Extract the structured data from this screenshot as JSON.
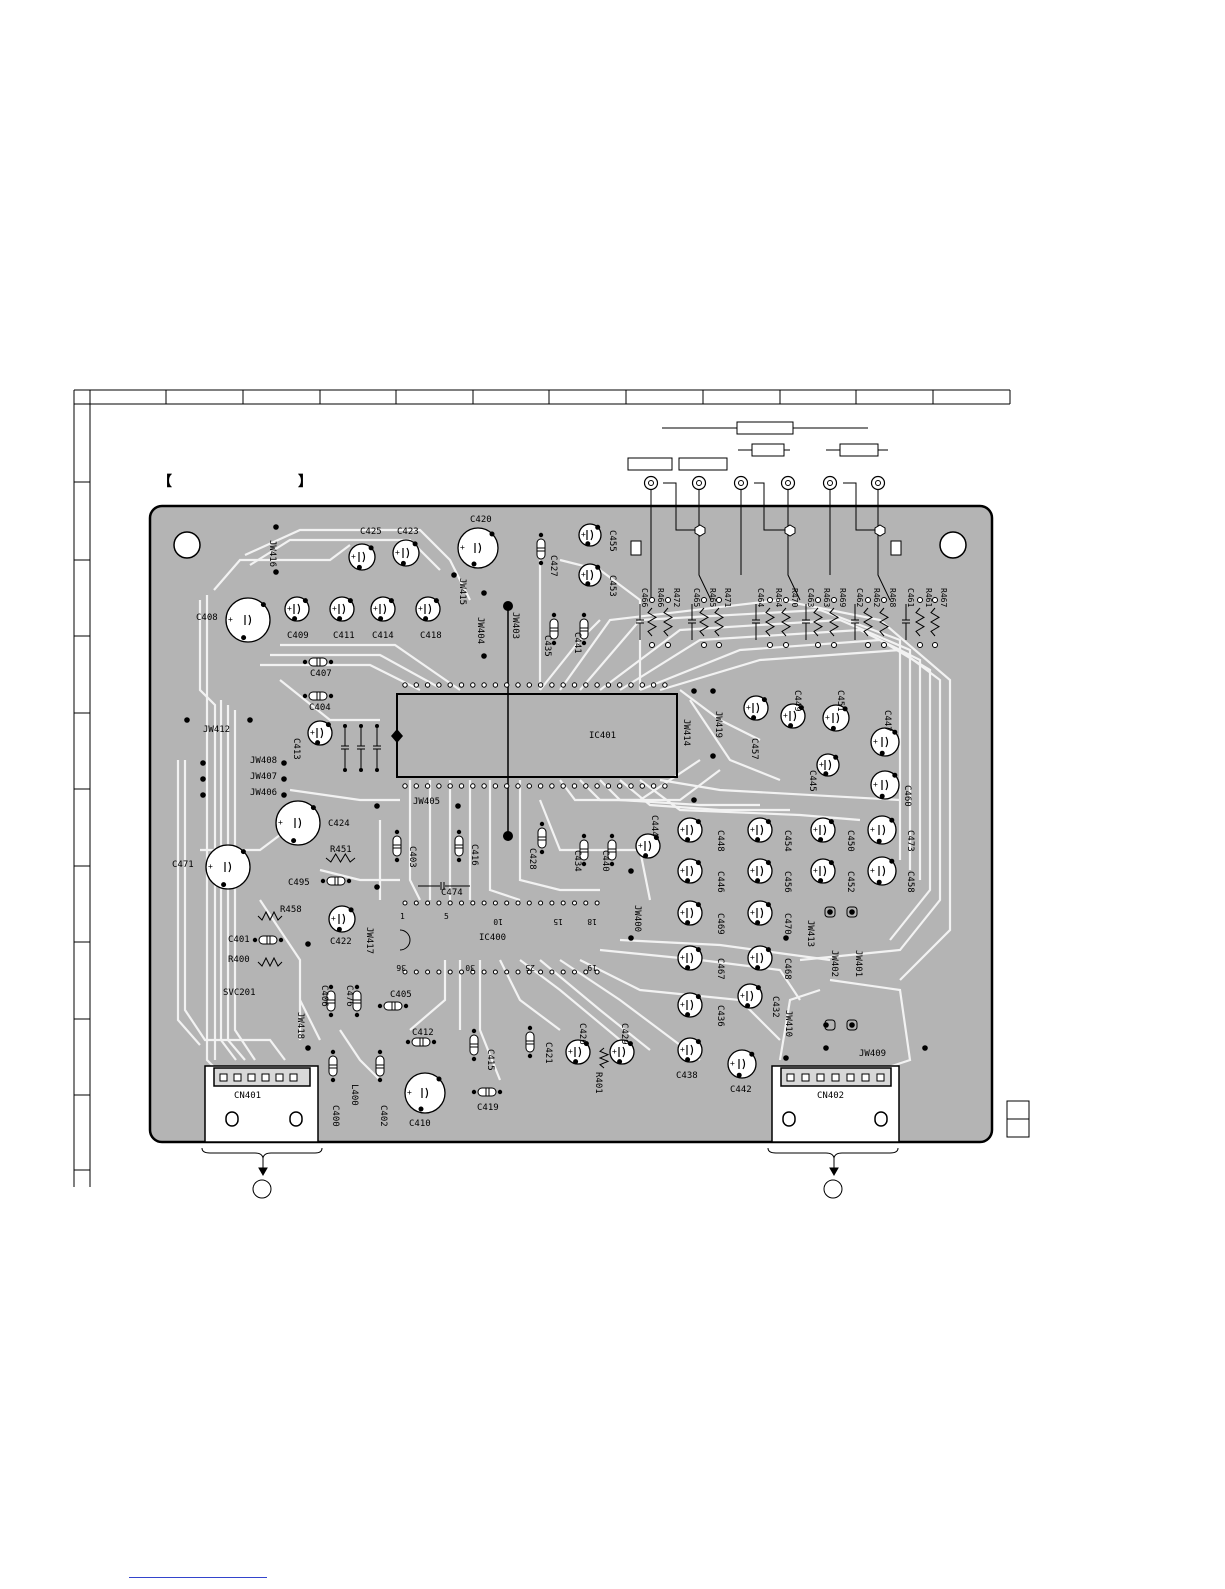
{
  "board": {
    "ic_main": "IC401",
    "ic_sub": "IC400",
    "connectors": [
      "CN401",
      "CN402"
    ],
    "jumpers": [
      "JW416",
      "JW415",
      "JW404",
      "JW403",
      "JW412",
      "JW408",
      "JW407",
      "JW406",
      "JW405",
      "JW414",
      "JW419",
      "JW400",
      "JW417",
      "JW418",
      "JW413",
      "JW402",
      "JW401",
      "JW410",
      "JW409"
    ],
    "resistor_labels": [
      "R451",
      "R458",
      "R400",
      "R401"
    ],
    "misc_labels": {
      "svc": "SVC201",
      "inductor": "L400"
    },
    "ic400_pins": [
      "1",
      "5",
      "10",
      "15",
      "18",
      "19",
      "25",
      "30",
      "36"
    ],
    "top_resistors": [
      "R466",
      "R472",
      "R465",
      "R471",
      "R464",
      "R470",
      "R463",
      "R469",
      "R462",
      "R468",
      "R461",
      "R467"
    ],
    "top_caps": [
      "C466",
      "C465",
      "C464",
      "C463",
      "C462",
      "C461"
    ]
  },
  "capacitors": [
    {
      "label": "C425"
    },
    {
      "label": "C423"
    },
    {
      "label": "C420"
    },
    {
      "label": "C427"
    },
    {
      "label": "C455"
    },
    {
      "label": "C453"
    },
    {
      "label": "C408"
    },
    {
      "label": "C409"
    },
    {
      "label": "C411"
    },
    {
      "label": "C414"
    },
    {
      "label": "C418"
    },
    {
      "label": "C435"
    },
    {
      "label": "C441"
    },
    {
      "label": "C407"
    },
    {
      "label": "C404"
    },
    {
      "label": "C413"
    },
    {
      "label": "C449"
    },
    {
      "label": "C451"
    },
    {
      "label": "C447"
    },
    {
      "label": "C457"
    },
    {
      "label": "C445"
    },
    {
      "label": "C460"
    },
    {
      "label": "C424"
    },
    {
      "label": "C403"
    },
    {
      "label": "C416"
    },
    {
      "label": "C428"
    },
    {
      "label": "C434"
    },
    {
      "label": "C440"
    },
    {
      "label": "C444"
    },
    {
      "label": "C448"
    },
    {
      "label": "C454"
    },
    {
      "label": "C450"
    },
    {
      "label": "C473"
    },
    {
      "label": "C471"
    },
    {
      "label": "C446"
    },
    {
      "label": "C456"
    },
    {
      "label": "C452"
    },
    {
      "label": "C458"
    },
    {
      "label": "C495"
    },
    {
      "label": "C474"
    },
    {
      "label": "C469"
    },
    {
      "label": "C470"
    },
    {
      "label": "C422"
    },
    {
      "label": "C401"
    },
    {
      "label": "C467"
    },
    {
      "label": "C468"
    },
    {
      "label": "C406"
    },
    {
      "label": "C476"
    },
    {
      "label": "C405"
    },
    {
      "label": "C436"
    },
    {
      "label": "C432"
    },
    {
      "label": "C412"
    },
    {
      "label": "C415"
    },
    {
      "label": "C421"
    },
    {
      "label": "C426"
    },
    {
      "label": "C429"
    },
    {
      "label": "C438"
    },
    {
      "label": "C442"
    },
    {
      "label": "C400"
    },
    {
      "label": "C402"
    },
    {
      "label": "C410"
    },
    {
      "label": "C419"
    }
  ]
}
